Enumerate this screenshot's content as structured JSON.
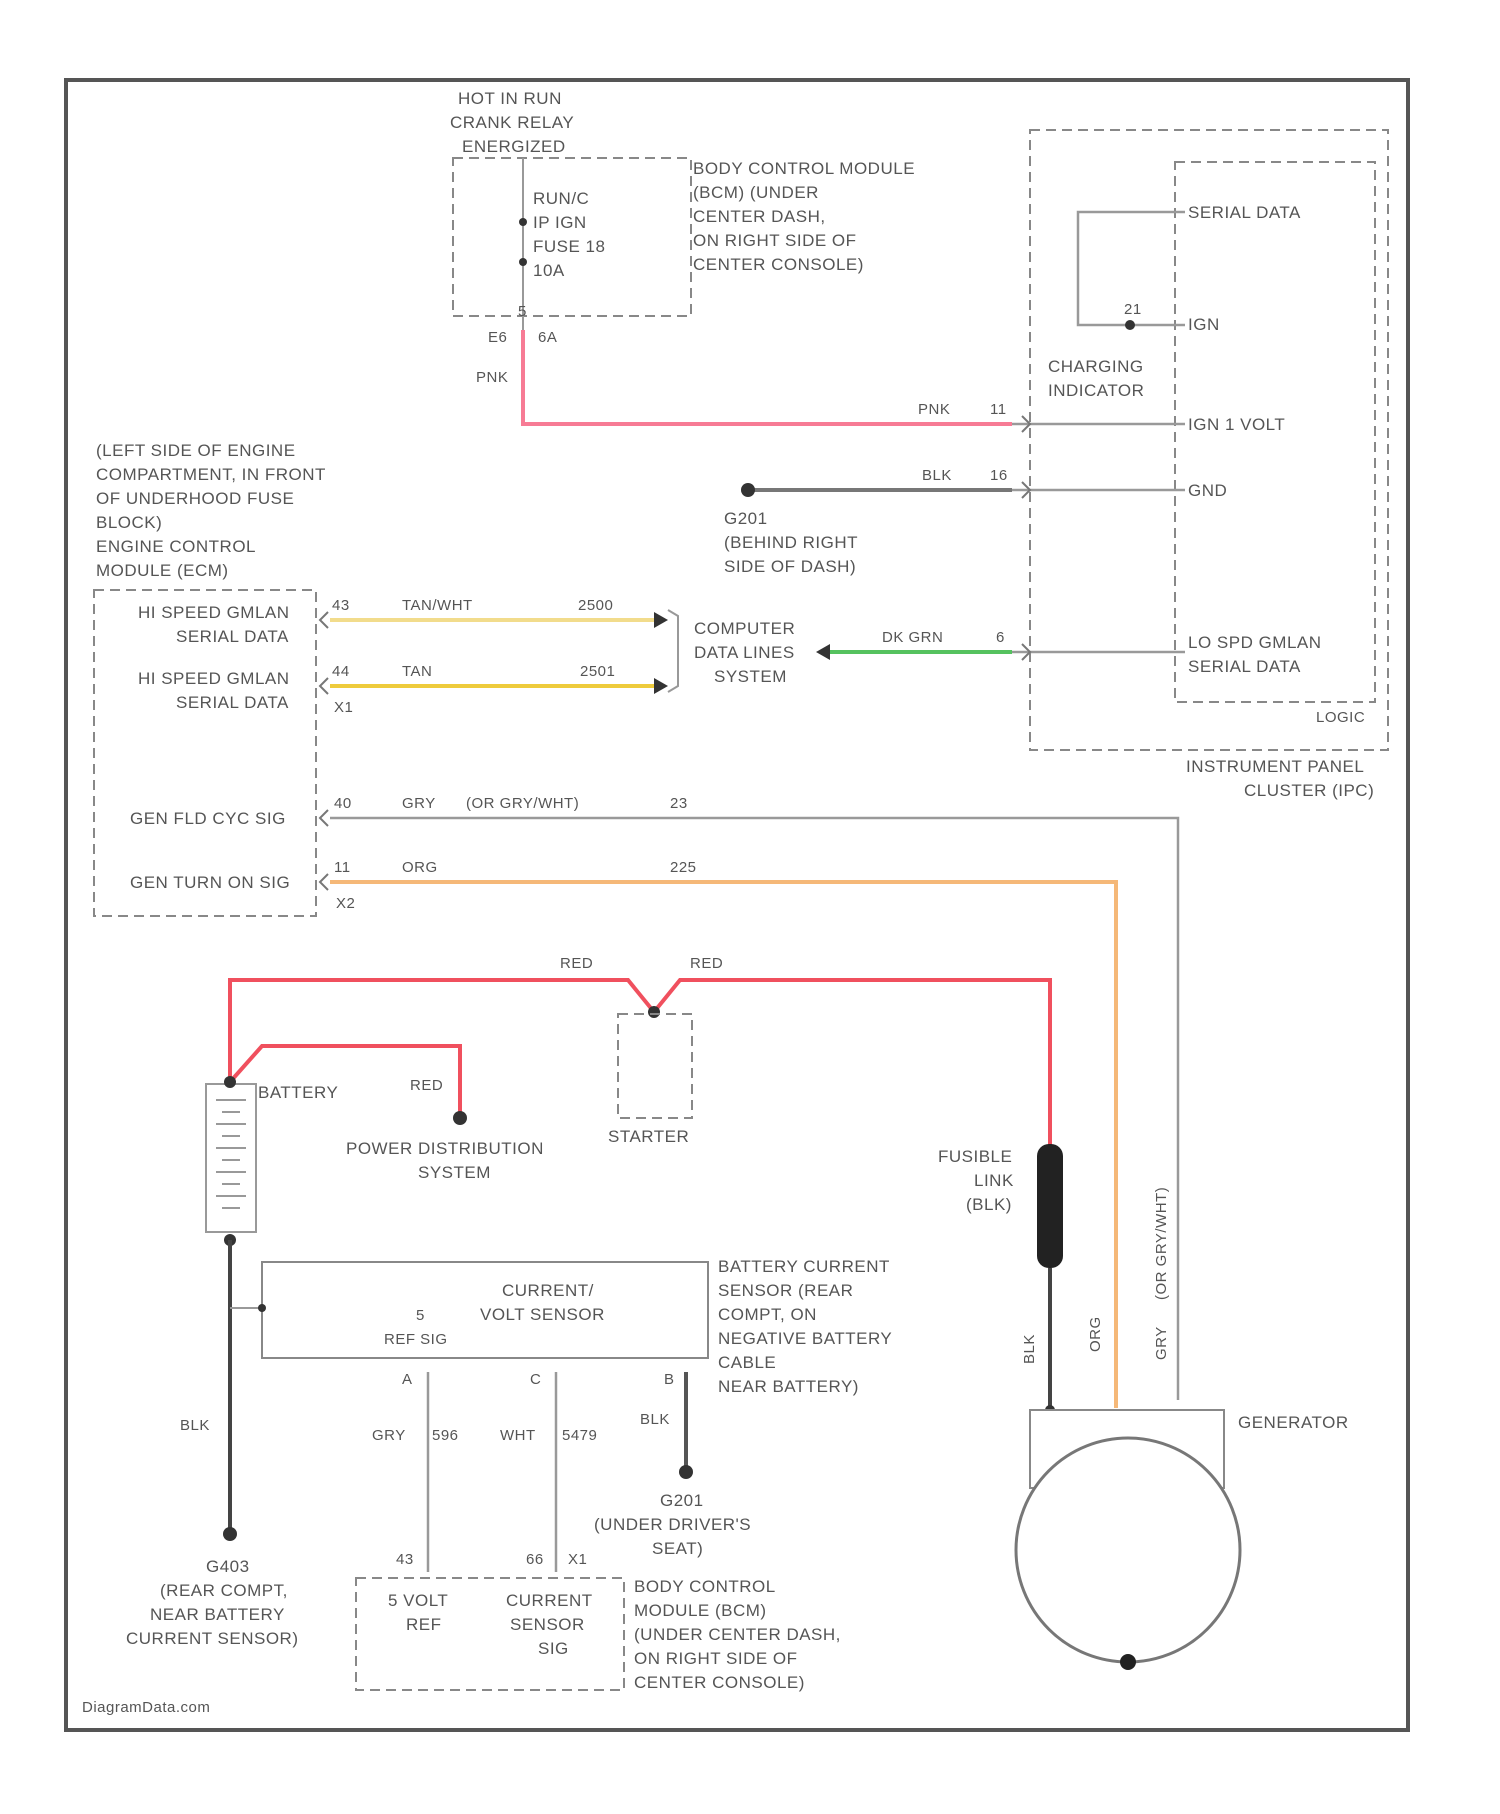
{
  "relay": {
    "lines": [
      "HOT IN RUN",
      "CRANK RELAY",
      "ENERGIZED"
    ]
  },
  "fuse": {
    "lines": [
      "RUN/C",
      "IP IGN",
      "FUSE 18",
      "10A"
    ],
    "pin_in": "5",
    "pin_out": "E6",
    "pin_out2": "6A"
  },
  "bcm_top": {
    "lines": [
      "BODY CONTROL MODULE",
      "(BCM) (UNDER",
      "CENTER DASH,",
      "ON RIGHT SIDE OF",
      "CENTER CONSOLE)"
    ]
  },
  "ipc": {
    "serial_data": "SERIAL DATA",
    "ign": "IGN",
    "ign_pin": "21",
    "charging_indicator": [
      "CHARGING",
      "INDICATOR"
    ],
    "ign1_volt": "IGN 1 VOLT",
    "gnd": "GND",
    "lo_spd": [
      "LO SPD GMLAN",
      "SERIAL DATA"
    ],
    "logic": "LOGIC",
    "name": [
      "INSTRUMENT PANEL",
      "CLUSTER (IPC)"
    ]
  },
  "wires": {
    "pnk1": "PNK",
    "pnk2": "PNK",
    "pnk_pin": "11",
    "blk": "BLK",
    "blk_pin": "16",
    "dkgrn": "DK GRN",
    "dkgrn_pin": "6",
    "tanwht": "TAN/WHT",
    "tanwht_ckt": "2500",
    "tan": "TAN",
    "tan_ckt": "2501",
    "gry": "GRY",
    "gry_alt": "(OR GRY/WHT)",
    "gry_ckt": "23",
    "org": "ORG",
    "org_ckt": "225",
    "red1": "RED",
    "red2": "RED",
    "red3": "RED"
  },
  "g201": {
    "lines": [
      "G201",
      "(BEHIND RIGHT",
      "SIDE OF DASH)"
    ]
  },
  "ecm": {
    "location": [
      "(LEFT SIDE OF ENGINE",
      "COMPARTMENT, IN FRONT",
      "OF UNDERHOOD FUSE",
      "BLOCK)",
      "ENGINE CONTROL",
      "MODULE (ECM)"
    ],
    "hs1": [
      "HI SPEED GMLAN",
      "SERIAL DATA"
    ],
    "hs2": [
      "HI SPEED GMLAN",
      "SERIAL DATA"
    ],
    "pin43": "43",
    "pin44": "44",
    "x1": "X1",
    "field": "GEN FLD CYC SIG",
    "turnon": "GEN TURN ON SIG",
    "pin40": "40",
    "pin11": "11",
    "x2": "X2"
  },
  "computer": {
    "lines": [
      "COMPUTER",
      "DATA LINES",
      "SYSTEM"
    ]
  },
  "battery": "BATTERY",
  "pds": {
    "lines": [
      "POWER DISTRIBUTION",
      "SYSTEM"
    ]
  },
  "starter": "STARTER",
  "fusible": {
    "lines": [
      "FUSIBLE",
      "LINK",
      "(BLK)"
    ]
  },
  "sensor": {
    "title": [
      "CURRENT/",
      "VOLT SENSOR"
    ],
    "ref": [
      "5",
      "REF SIG"
    ]
  },
  "sensor_loc": {
    "lines": [
      "BATTERY CURRENT",
      "SENSOR (REAR",
      "COMPT, ON",
      "NEGATIVE BATTERY",
      "CABLE",
      "NEAR BATTERY)"
    ]
  },
  "sensor_pins": {
    "a": "A",
    "c": "C",
    "b": "B"
  },
  "sensor_wires": {
    "gry": "GRY",
    "ckt596": "596",
    "wht": "WHT",
    "ckt5479": "5479",
    "blk": "BLK",
    "blk2": "BLK"
  },
  "g403": {
    "lines": [
      "G403",
      "(REAR COMPT,",
      "NEAR BATTERY",
      "CURRENT SENSOR)"
    ]
  },
  "g201b": {
    "lines": [
      "G201",
      "(UNDER DRIVER'S",
      "SEAT)"
    ]
  },
  "bcm_bottom": {
    "pin1": "43",
    "pin2": "66",
    "pin3": "X1",
    "five_volt": [
      "5 VOLT",
      "REF"
    ],
    "cur_sens": [
      "CURRENT",
      "SENSOR",
      "SIG"
    ],
    "name": [
      "BODY CONTROL",
      "MODULE (BCM)",
      "(UNDER CENTER DASH,",
      "ON RIGHT SIDE OF",
      "CENTER CONSOLE)"
    ]
  },
  "generator": {
    "name": "GENERATOR",
    "wires": {
      "blk": "BLK",
      "org": "ORG",
      "gry": "GRY",
      "gry_alt": "(OR GRY/WHT)"
    }
  },
  "watermark": "DiagramData.com",
  "colors": {
    "pink": "#f77b95",
    "red": "#f0505e",
    "tan": "#f2dc8c",
    "yellow": "#eecb3c",
    "green": "#55c25f",
    "orange": "#f5b878",
    "gray": "#999999",
    "black": "#333333"
  }
}
